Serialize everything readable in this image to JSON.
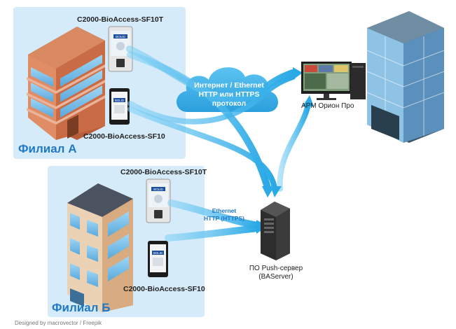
{
  "branch_a": {
    "title": "Филиал А",
    "device_top_label": "C2000-BioAccess-SF10T",
    "device_bottom_label": "C2000-BioAccess-SF10"
  },
  "branch_b": {
    "title": "Филиал Б",
    "device_top_label": "C2000-BioAccess-SF10T",
    "device_bottom_label": "C2000-BioAccess-SF10"
  },
  "cloud": {
    "line1": "Интернет / Ethernet",
    "line2": "HTTP или HTTPS",
    "line3": "протокол"
  },
  "ethernet_link": {
    "line1": "Ethernet",
    "line2": "HTTP (HTTPS)"
  },
  "workstation": {
    "label": "АРМ Орион Про"
  },
  "server": {
    "line1": "ПО Push-сервер",
    "line2": "(BAServer)"
  },
  "device_logo": "BOLID",
  "credit": "Designed by macrovector / Freepik",
  "colors": {
    "panel_bg": "#d6ebfa",
    "arrow": "#3fb3ea",
    "accent_text": "#1f78c8",
    "brick": "#c96b45"
  }
}
